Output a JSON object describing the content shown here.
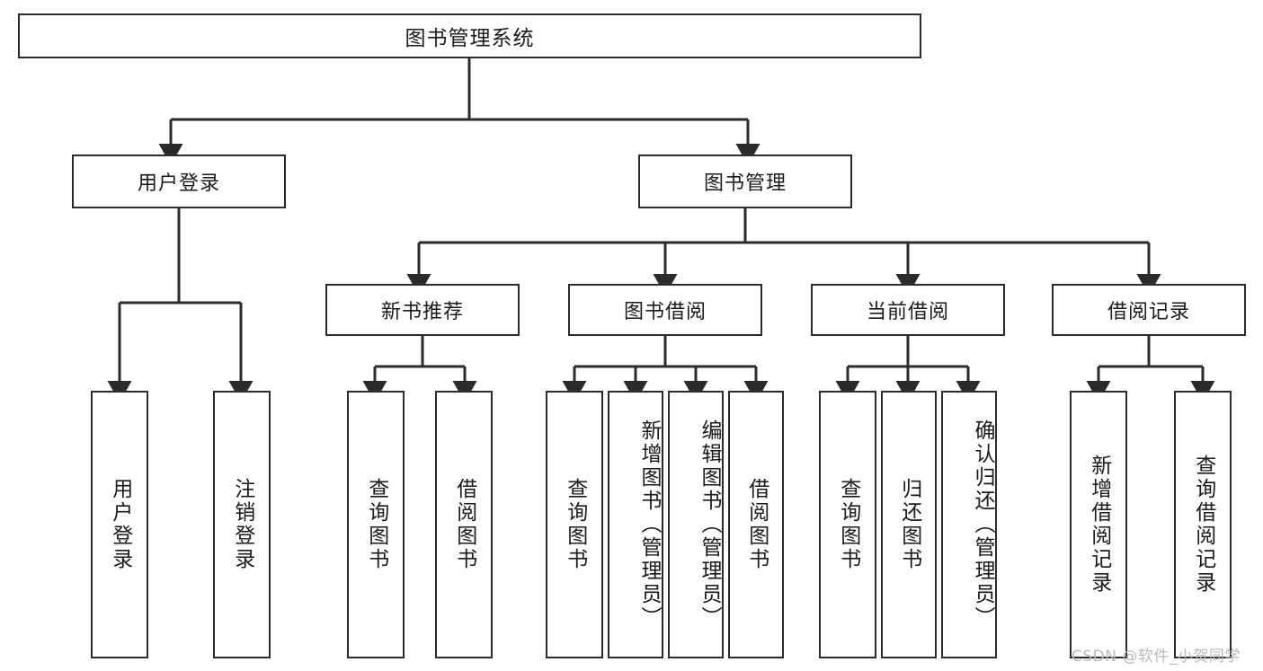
{
  "diagram": {
    "title": "图书管理系统",
    "root": {
      "label": "图书管理系统"
    },
    "level2": [
      {
        "label": "用户登录"
      },
      {
        "label": "图书管理"
      }
    ],
    "level3": [
      {
        "label": "新书推荐"
      },
      {
        "label": "图书借阅"
      },
      {
        "label": "当前借阅"
      },
      {
        "label": "借阅记录"
      }
    ],
    "leaves": {
      "user_login": [
        {
          "label": "用户登录"
        },
        {
          "label": "注销登录"
        }
      ],
      "new_book": [
        {
          "label": "查询图书"
        },
        {
          "label": "借阅图书"
        }
      ],
      "borrow_book": [
        {
          "label": "查询图书"
        },
        {
          "label": "新增图书（管理员）"
        },
        {
          "label": "编辑图书（管理员）"
        },
        {
          "label": "借阅图书"
        }
      ],
      "current_borrow": [
        {
          "label": "查询图书"
        },
        {
          "label": "归还图书"
        },
        {
          "label": "确认归还（管理员）"
        }
      ],
      "borrow_record": [
        {
          "label": "新增借阅记录"
        },
        {
          "label": "查询借阅记录"
        }
      ]
    }
  },
  "watermark": {
    "text": "CSDN @软件_小贺同学"
  },
  "colors": {
    "stroke": "#2b2b2b",
    "fill": "#ffffff",
    "text": "#1a1a1a",
    "watermark": "#b9b9b9"
  }
}
